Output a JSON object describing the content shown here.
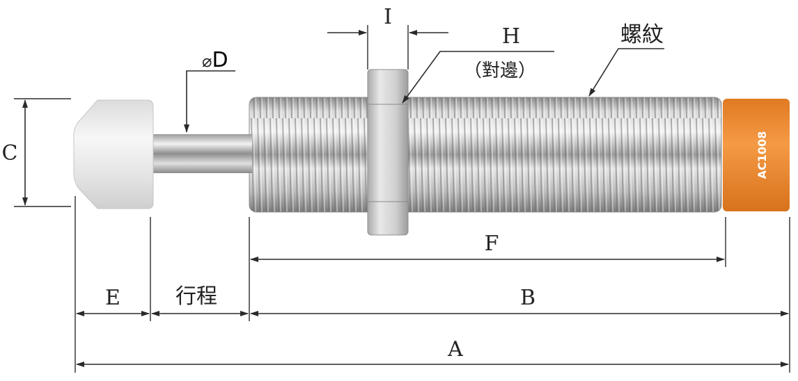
{
  "labels": {
    "I": "I",
    "H": "H",
    "H_sub": "（對邊）",
    "thread": "螺紋",
    "phiD_symbol": "⌀",
    "phiD_letter": "D",
    "C": "C",
    "F": "F",
    "E": "E",
    "stroke": "行程",
    "B": "B",
    "A": "A"
  },
  "model_label": "AC1008",
  "colors": {
    "orange": "#F08A2C",
    "metal": "#C9C9C9",
    "cap": "#EAEAEA",
    "line": "#2A2A2A"
  }
}
